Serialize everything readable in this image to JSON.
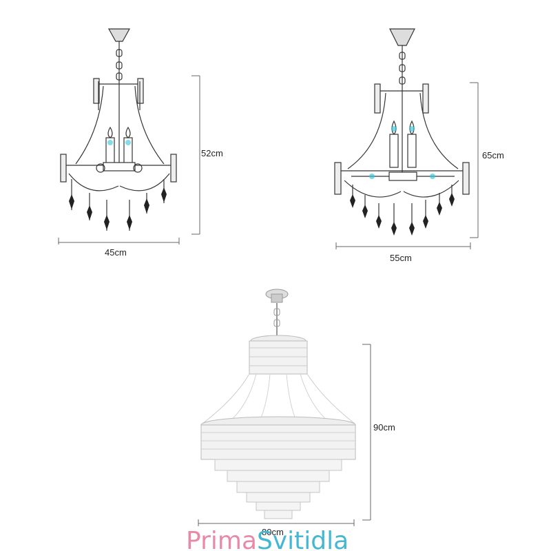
{
  "figures": [
    {
      "id": "small",
      "width_label": "45cm",
      "height_label": "52cm"
    },
    {
      "id": "medium",
      "width_label": "55cm",
      "height_label": "65cm"
    },
    {
      "id": "large",
      "width_label": "80cm",
      "height_label": "90cm"
    }
  ],
  "logo": {
    "part1": "Prima",
    "part2": "Svitidla"
  },
  "colors": {
    "line": "#333333",
    "dim_line": "#666666",
    "bulb": "#35c6d8",
    "crystal": "#b9b9b9",
    "logo_primary": "#e78aa8",
    "logo_secondary": "#45b7d2"
  }
}
